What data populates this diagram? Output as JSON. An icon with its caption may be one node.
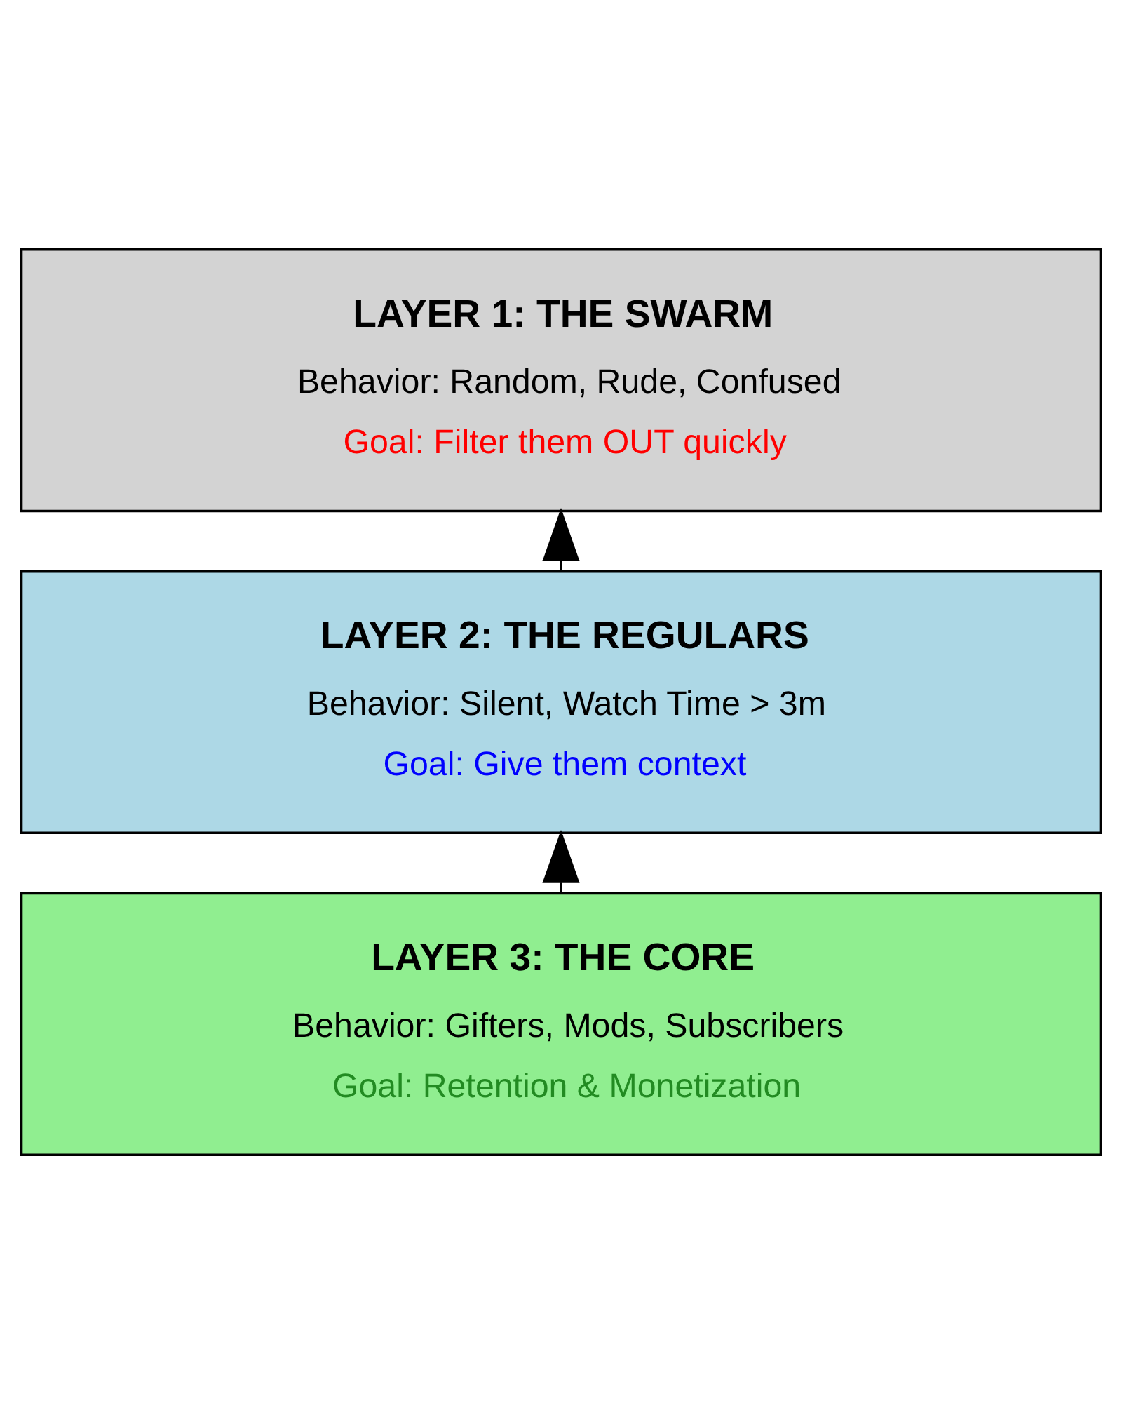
{
  "diagram": {
    "nodes": [
      {
        "text": [
          "LAYER 1: THE SWARM",
          "Behavior: Random, Rude, Confused",
          "Goal: Filter them OUT quickly"
        ]
      },
      {
        "text": [
          "LAYER 2: THE REGULARS",
          "Behavior: Silent, Watch Time > 3m",
          "Goal: Give them context"
        ]
      },
      {
        "text": [
          "LAYER 3: THE CORE",
          "Behavior: Gifters, Mods, Subscribers",
          "Goal: Retention & Monetization"
        ]
      }
    ],
    "edges": [
      {
        "from": 2,
        "to": 1,
        "arrow": "to"
      },
      {
        "from": 1,
        "to": 0,
        "arrow": "to"
      }
    ]
  }
}
